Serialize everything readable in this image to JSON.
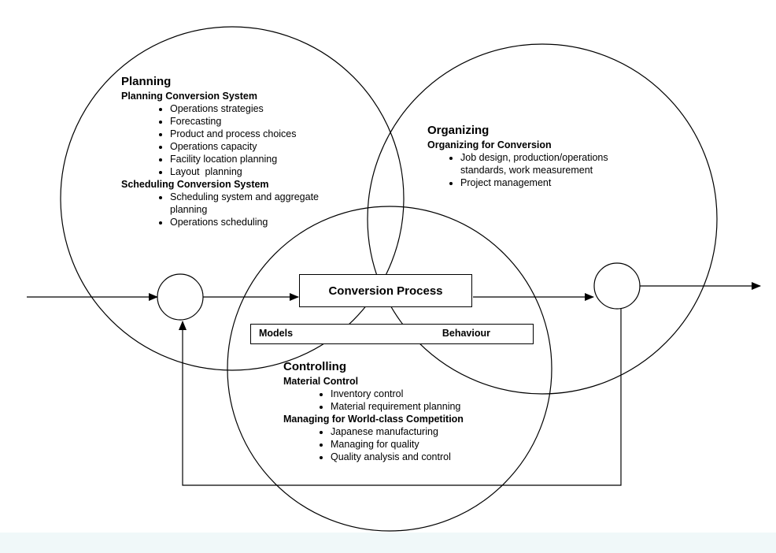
{
  "planning": {
    "title": "Planning",
    "sections": [
      {
        "heading": "Planning Conversion System",
        "items": [
          "Operations strategies",
          "Forecasting",
          "Product and process choices",
          "Operations capacity",
          "Facility location planning",
          "Layout  planning"
        ]
      },
      {
        "heading": "Scheduling Conversion System",
        "items": [
          "Scheduling system and aggregate planning",
          "Operations scheduling"
        ]
      }
    ]
  },
  "organizing": {
    "title": "Organizing",
    "sections": [
      {
        "heading": "Organizing for Conversion",
        "items": [
          "Job design, production/operations standards, work measurement",
          "Project management"
        ]
      }
    ]
  },
  "controlling": {
    "title": "Controlling",
    "sections": [
      {
        "heading": "Material Control",
        "items": [
          "Inventory control",
          "Material requirement planning"
        ]
      },
      {
        "heading": "Managing for World-class Competition",
        "items": [
          "Japanese manufacturing",
          "Managing for quality",
          "Quality analysis and control"
        ]
      }
    ]
  },
  "process": {
    "label": "Conversion Process",
    "models_label": "Models",
    "behaviour_label": "Behaviour"
  },
  "colors": {
    "line": "#000000",
    "background": "#ffffff",
    "bottom_band": "#f0f8f9"
  }
}
